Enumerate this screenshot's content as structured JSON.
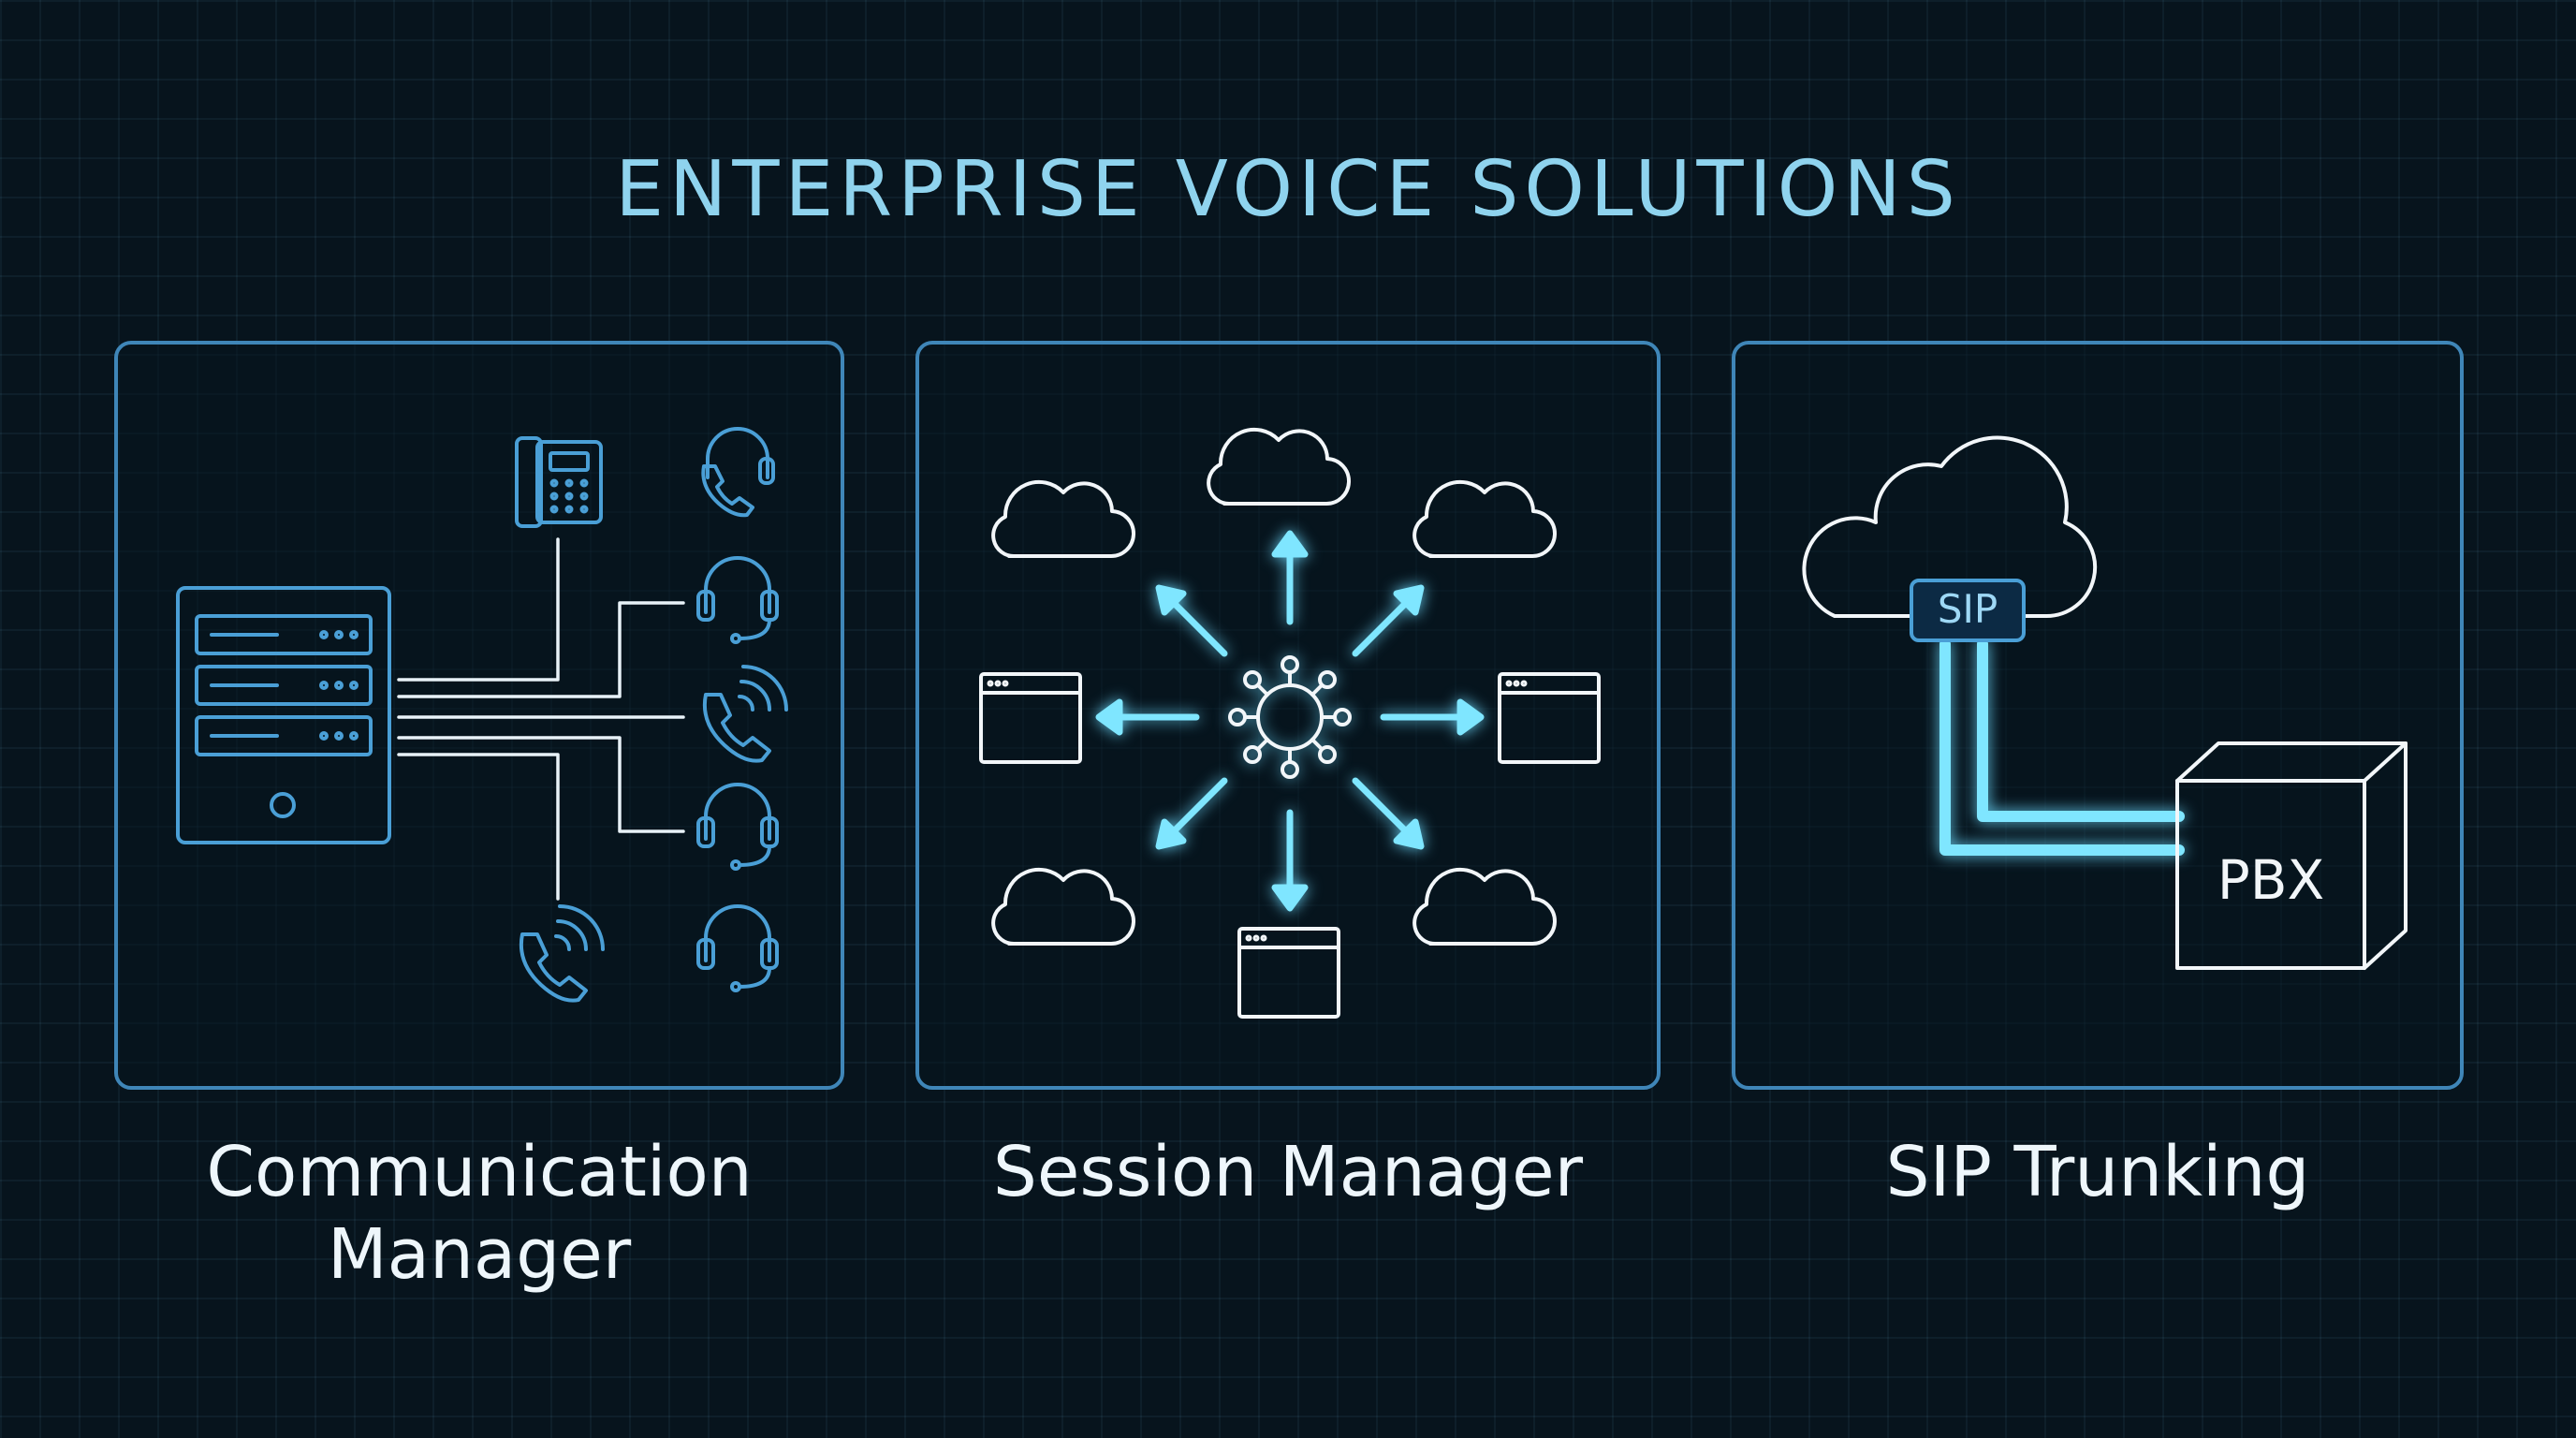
{
  "title": "ENTERPRISE VOICE SOLUTIONS",
  "panels": [
    {
      "caption_lines": [
        "Communication",
        "Manager"
      ],
      "icons": [
        "server-icon",
        "desk-phone-icon",
        "headset-icon",
        "phone-handset-icon"
      ]
    },
    {
      "caption_lines": [
        "Session Manager"
      ],
      "icons": [
        "hub-icon",
        "cloud-icon",
        "browser-window-icon",
        "arrow-icon"
      ]
    },
    {
      "caption_lines": [
        "SIP Trunking"
      ],
      "sip_label": "SIP",
      "pbx_label": "PBX",
      "icons": [
        "cloud-icon",
        "pbx-box-icon"
      ]
    }
  ],
  "colors": {
    "background": "#07141d",
    "title": "#8fd3ee",
    "panel_border": "#3f86b8",
    "icon_blue": "#4a9fd6",
    "glow_cyan": "#7fe6ff",
    "caption": "#eef6fb"
  }
}
